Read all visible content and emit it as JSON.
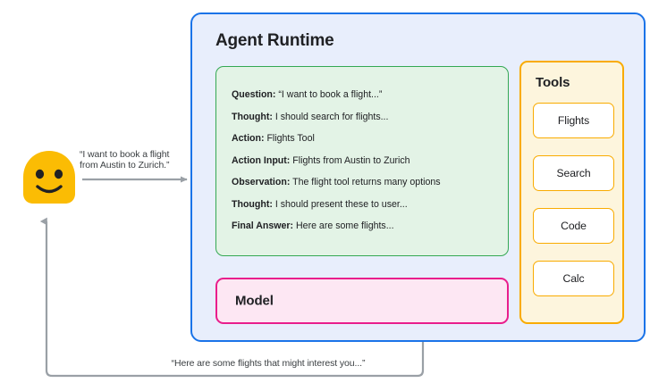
{
  "user": {
    "avatar_name": "smiling-face-blob-emoji",
    "avatar_color": "#fbbc04"
  },
  "flow": {
    "request_label": "“I want to book a flight\nfrom Austin to Zurich.”",
    "response_label": "“Here are some flights that might interest you...”",
    "arrow_color": "#9aa0a6"
  },
  "runtime": {
    "title": "Agent Runtime",
    "border_color": "#1a73e8",
    "fill_color": "#e8eefc"
  },
  "trace": {
    "border_color": "#34a853",
    "fill_color": "#e3f3e6",
    "lines": [
      {
        "key": "Question:",
        "value": "“I want to book a flight...”"
      },
      {
        "key": "Thought:",
        "value": "I should search for flights..."
      },
      {
        "key": "Action:",
        "value": "Flights Tool"
      },
      {
        "key": "Action Input:",
        "value": "Flights from Austin to Zurich"
      },
      {
        "key": "Observation:",
        "value": "The flight tool returns many options"
      },
      {
        "key": "Thought:",
        "value": "I should present these to user..."
      },
      {
        "key": "Final Answer:",
        "value": "Here are some flights..."
      }
    ]
  },
  "model": {
    "label": "Model",
    "border_color": "#e91e8c",
    "fill_color": "#fde7f3"
  },
  "tools": {
    "title": "Tools",
    "border_color": "#f9ab00",
    "fill_color": "#fdf5dd",
    "items": [
      {
        "label": "Flights"
      },
      {
        "label": "Search"
      },
      {
        "label": "Code"
      },
      {
        "label": "Calc"
      }
    ]
  }
}
